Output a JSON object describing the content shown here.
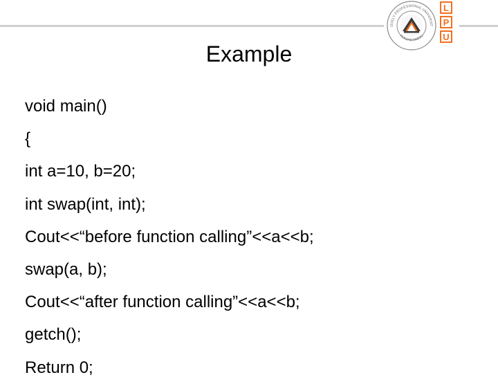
{
  "slide": {
    "title": "Example",
    "lines": [
      "void main()",
      "{",
      "int a=10, b=20;",
      "int swap(int, int);",
      "Cout<<“before function calling”<<a<<b;",
      "swap(a, b);",
      "Cout<<“after function calling”<<a<<b;",
      "getch();",
      "Return 0;"
    ]
  },
  "logo": {
    "seal_icon": "university-seal-icon",
    "seal_top_text": "LOVELY PROFESSIONAL UNIVERSITY",
    "seal_bottom_text": "PUNJAB (INDIA)",
    "letters": [
      "L",
      "P",
      "U"
    ],
    "accent_color": "#f36f21",
    "rule_color": "#cfcfcf"
  }
}
